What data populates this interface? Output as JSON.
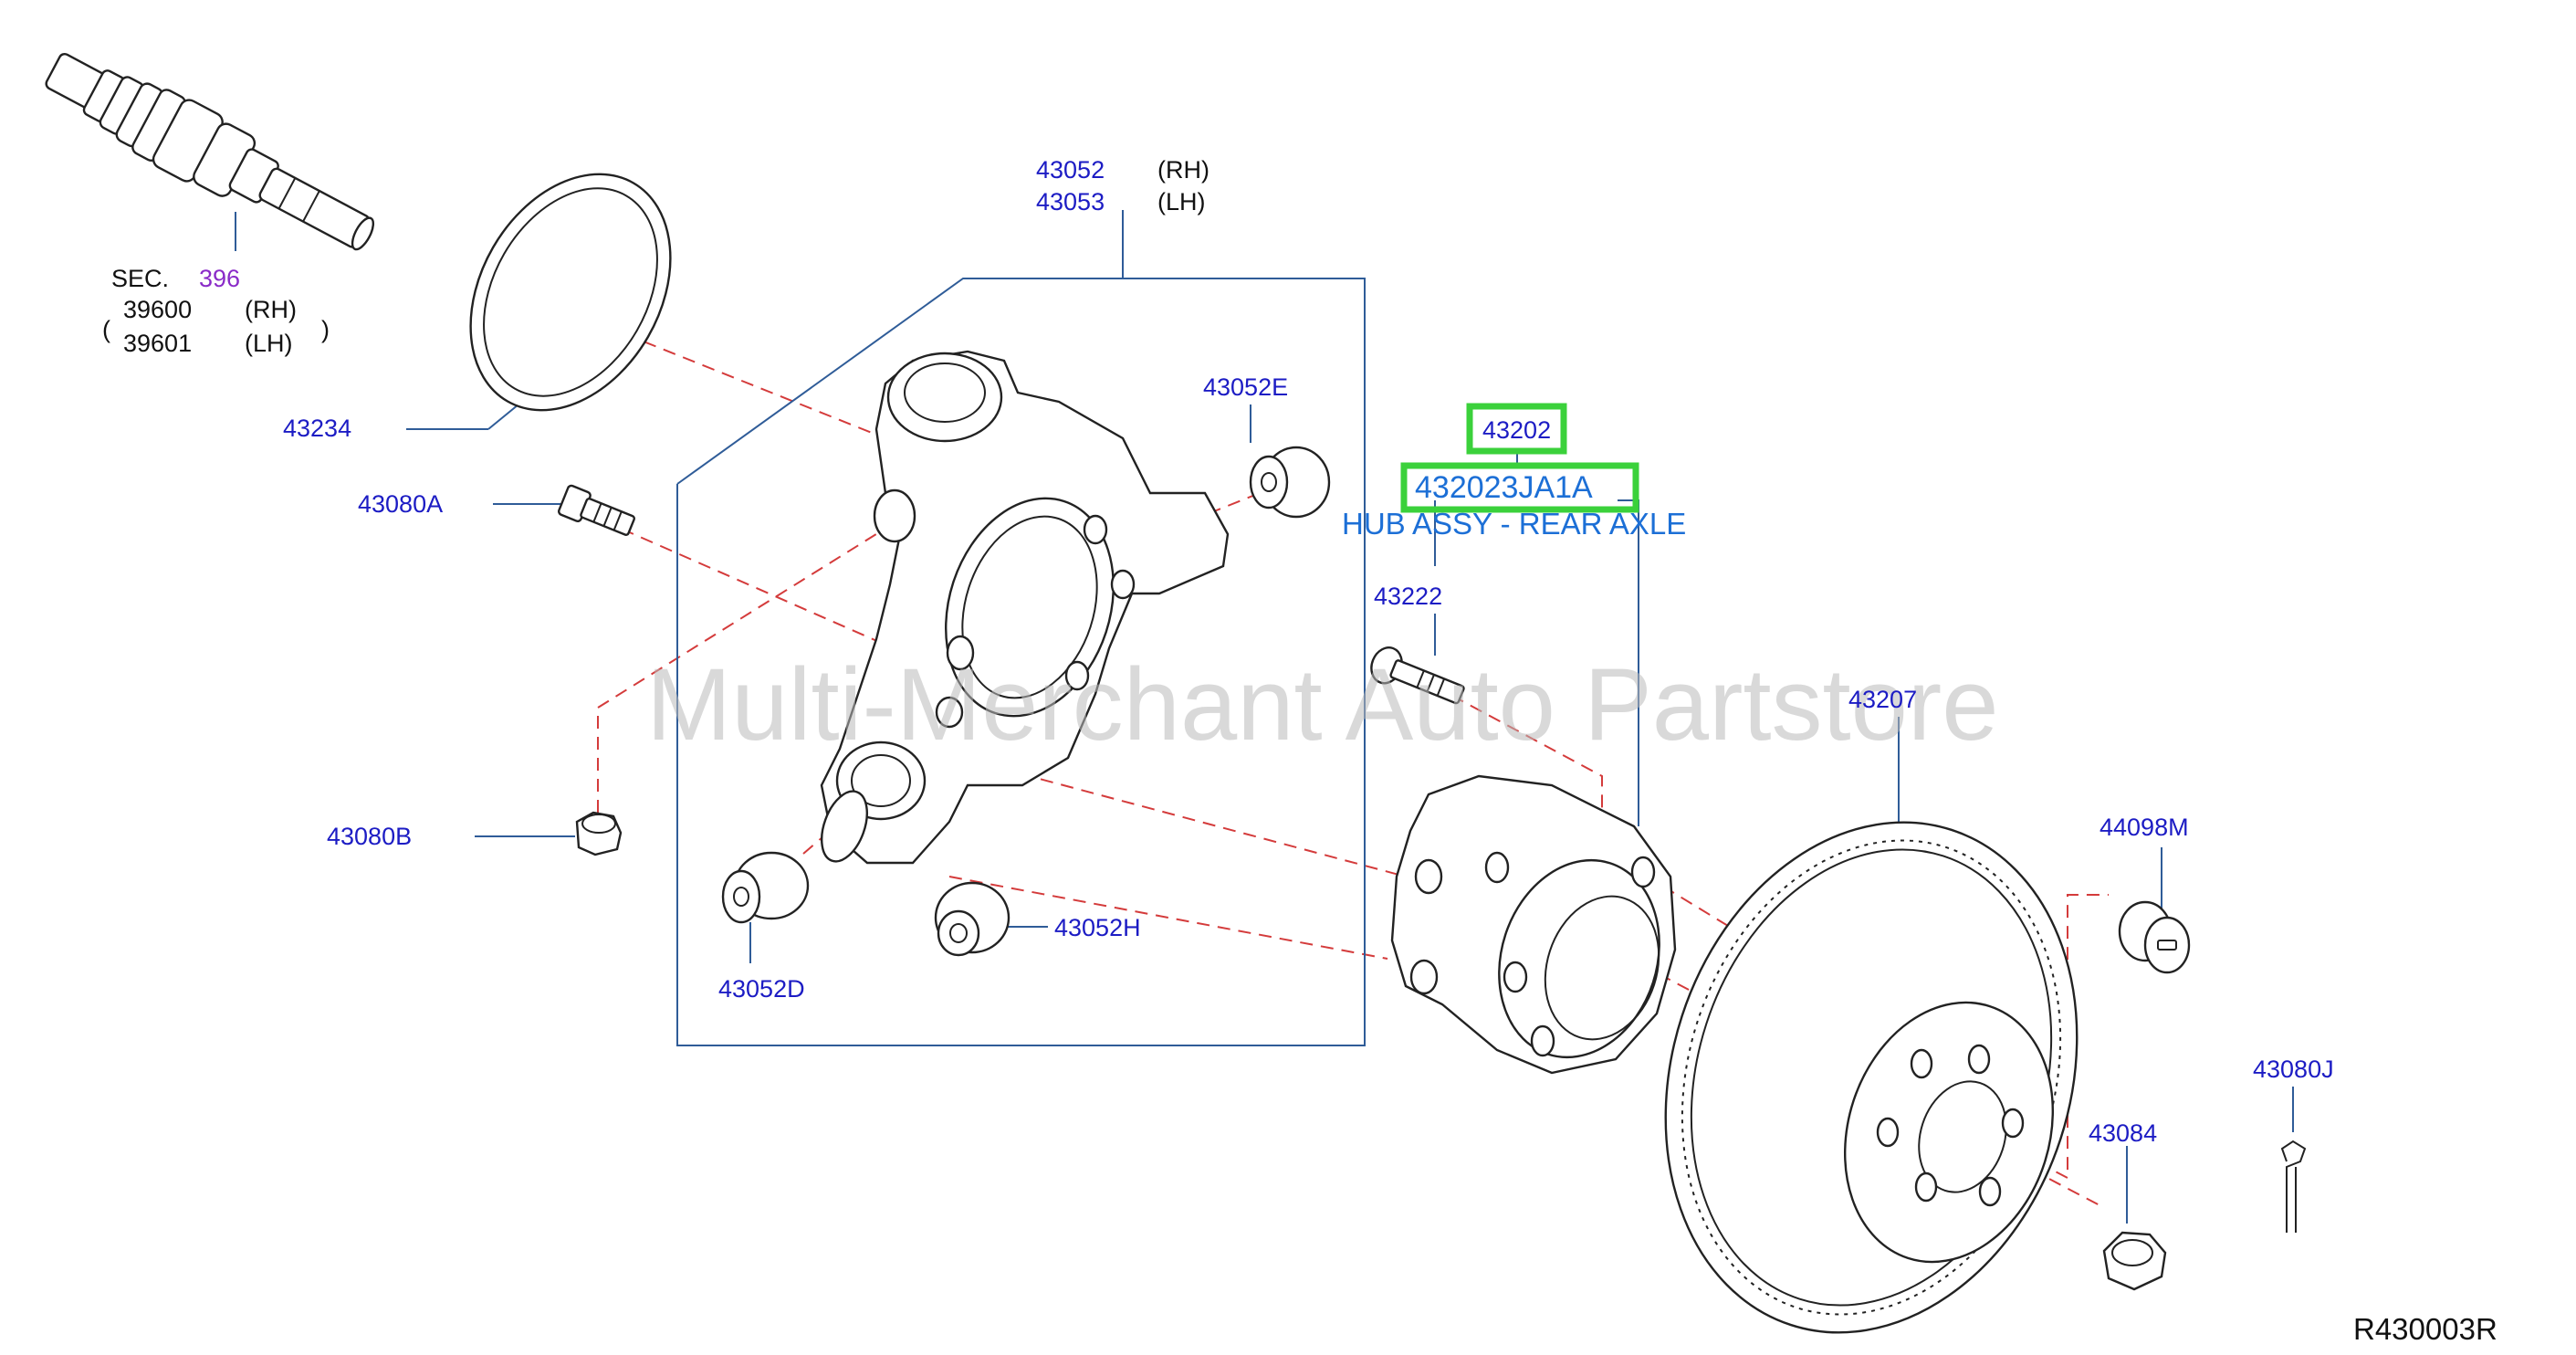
{
  "colors": {
    "label_blue": "#1c1cc4",
    "highlight_blue": "#1c6fd6",
    "highlight_green": "#3bd13b",
    "leader_line": "#2f5c98",
    "dashed_guide": "#d43b3b",
    "section_ref": "#8a2bc8"
  },
  "watermark": "Multi-Merchant Auto Partstore",
  "diagram_ref": "R430003R",
  "section": {
    "prefix": "SEC.",
    "number": "396",
    "rh_part": "39600",
    "rh_side": "(RH)",
    "lh_part": "39601",
    "lh_side": "(LH)"
  },
  "knuckle": {
    "rh_part": "43052",
    "rh_side": "(RH)",
    "lh_part": "43053",
    "lh_side": "(LH)"
  },
  "highlight": {
    "part": "43202",
    "part_number": "432023JA1A",
    "description": "HUB ASSY - REAR AXLE"
  },
  "labels": {
    "seal": "43234",
    "bolt_a": "43080A",
    "nut_b": "43080B",
    "bushing_e": "43052E",
    "bushing_d": "43052D",
    "bushing_h": "43052H",
    "hub_bolt": "43222",
    "rotor": "43207",
    "cap": "44098M",
    "nut": "43084",
    "cotter_pin": "43080J"
  }
}
